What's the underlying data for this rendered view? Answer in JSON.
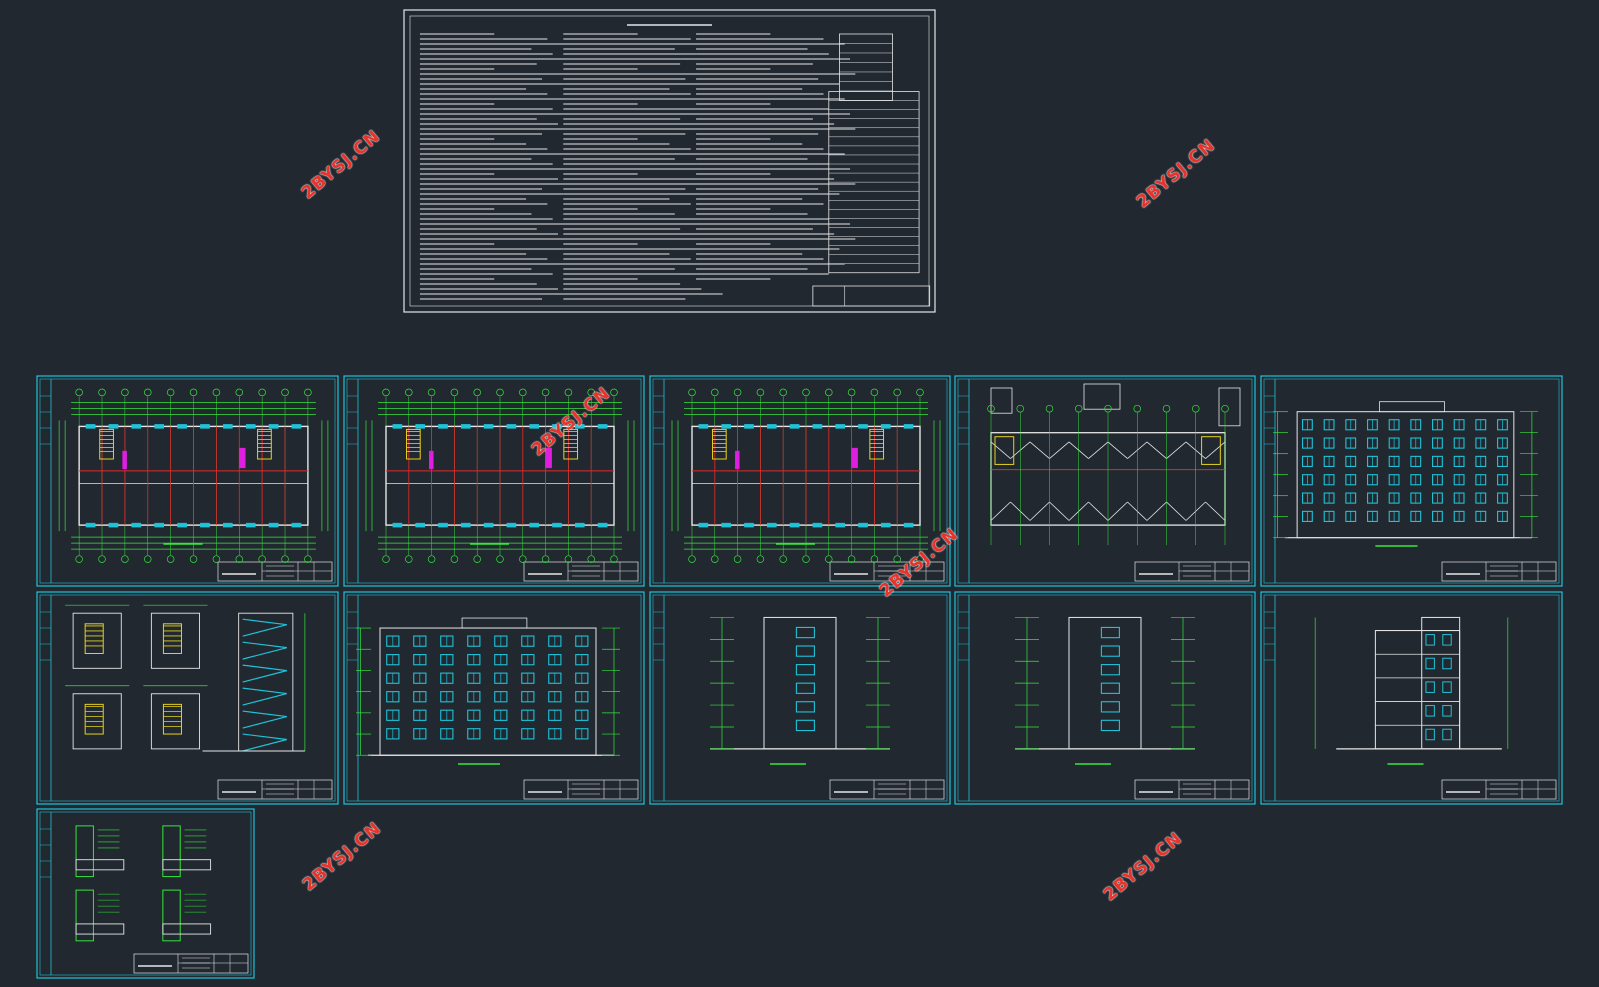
{
  "watermark": {
    "text": "2BYSJ.CN",
    "color": "#e8322c"
  },
  "colors": {
    "background": "#212830",
    "sheet_frame": "#1ec3d8",
    "linework": "#35e63a",
    "white_lines": "#e6e6e6",
    "windows": "#1ec3d8",
    "stairs": "#e6d21e",
    "accent": "#e01ee0",
    "axis": "#e02a2a"
  },
  "sheets": [
    {
      "id": "general-notes",
      "kind": "notes"
    },
    {
      "id": "plan-1",
      "kind": "floor-plan"
    },
    {
      "id": "plan-2",
      "kind": "floor-plan"
    },
    {
      "id": "plan-3",
      "kind": "floor-plan"
    },
    {
      "id": "roof-plan",
      "kind": "roof-plan"
    },
    {
      "id": "elevation-front",
      "kind": "elevation"
    },
    {
      "id": "stair-details",
      "kind": "details"
    },
    {
      "id": "elevation-rear",
      "kind": "elevation"
    },
    {
      "id": "elevation-side-1",
      "kind": "side-elevation"
    },
    {
      "id": "elevation-side-2",
      "kind": "side-elevation"
    },
    {
      "id": "section-1-1",
      "kind": "section"
    },
    {
      "id": "wall-details",
      "kind": "details"
    }
  ]
}
